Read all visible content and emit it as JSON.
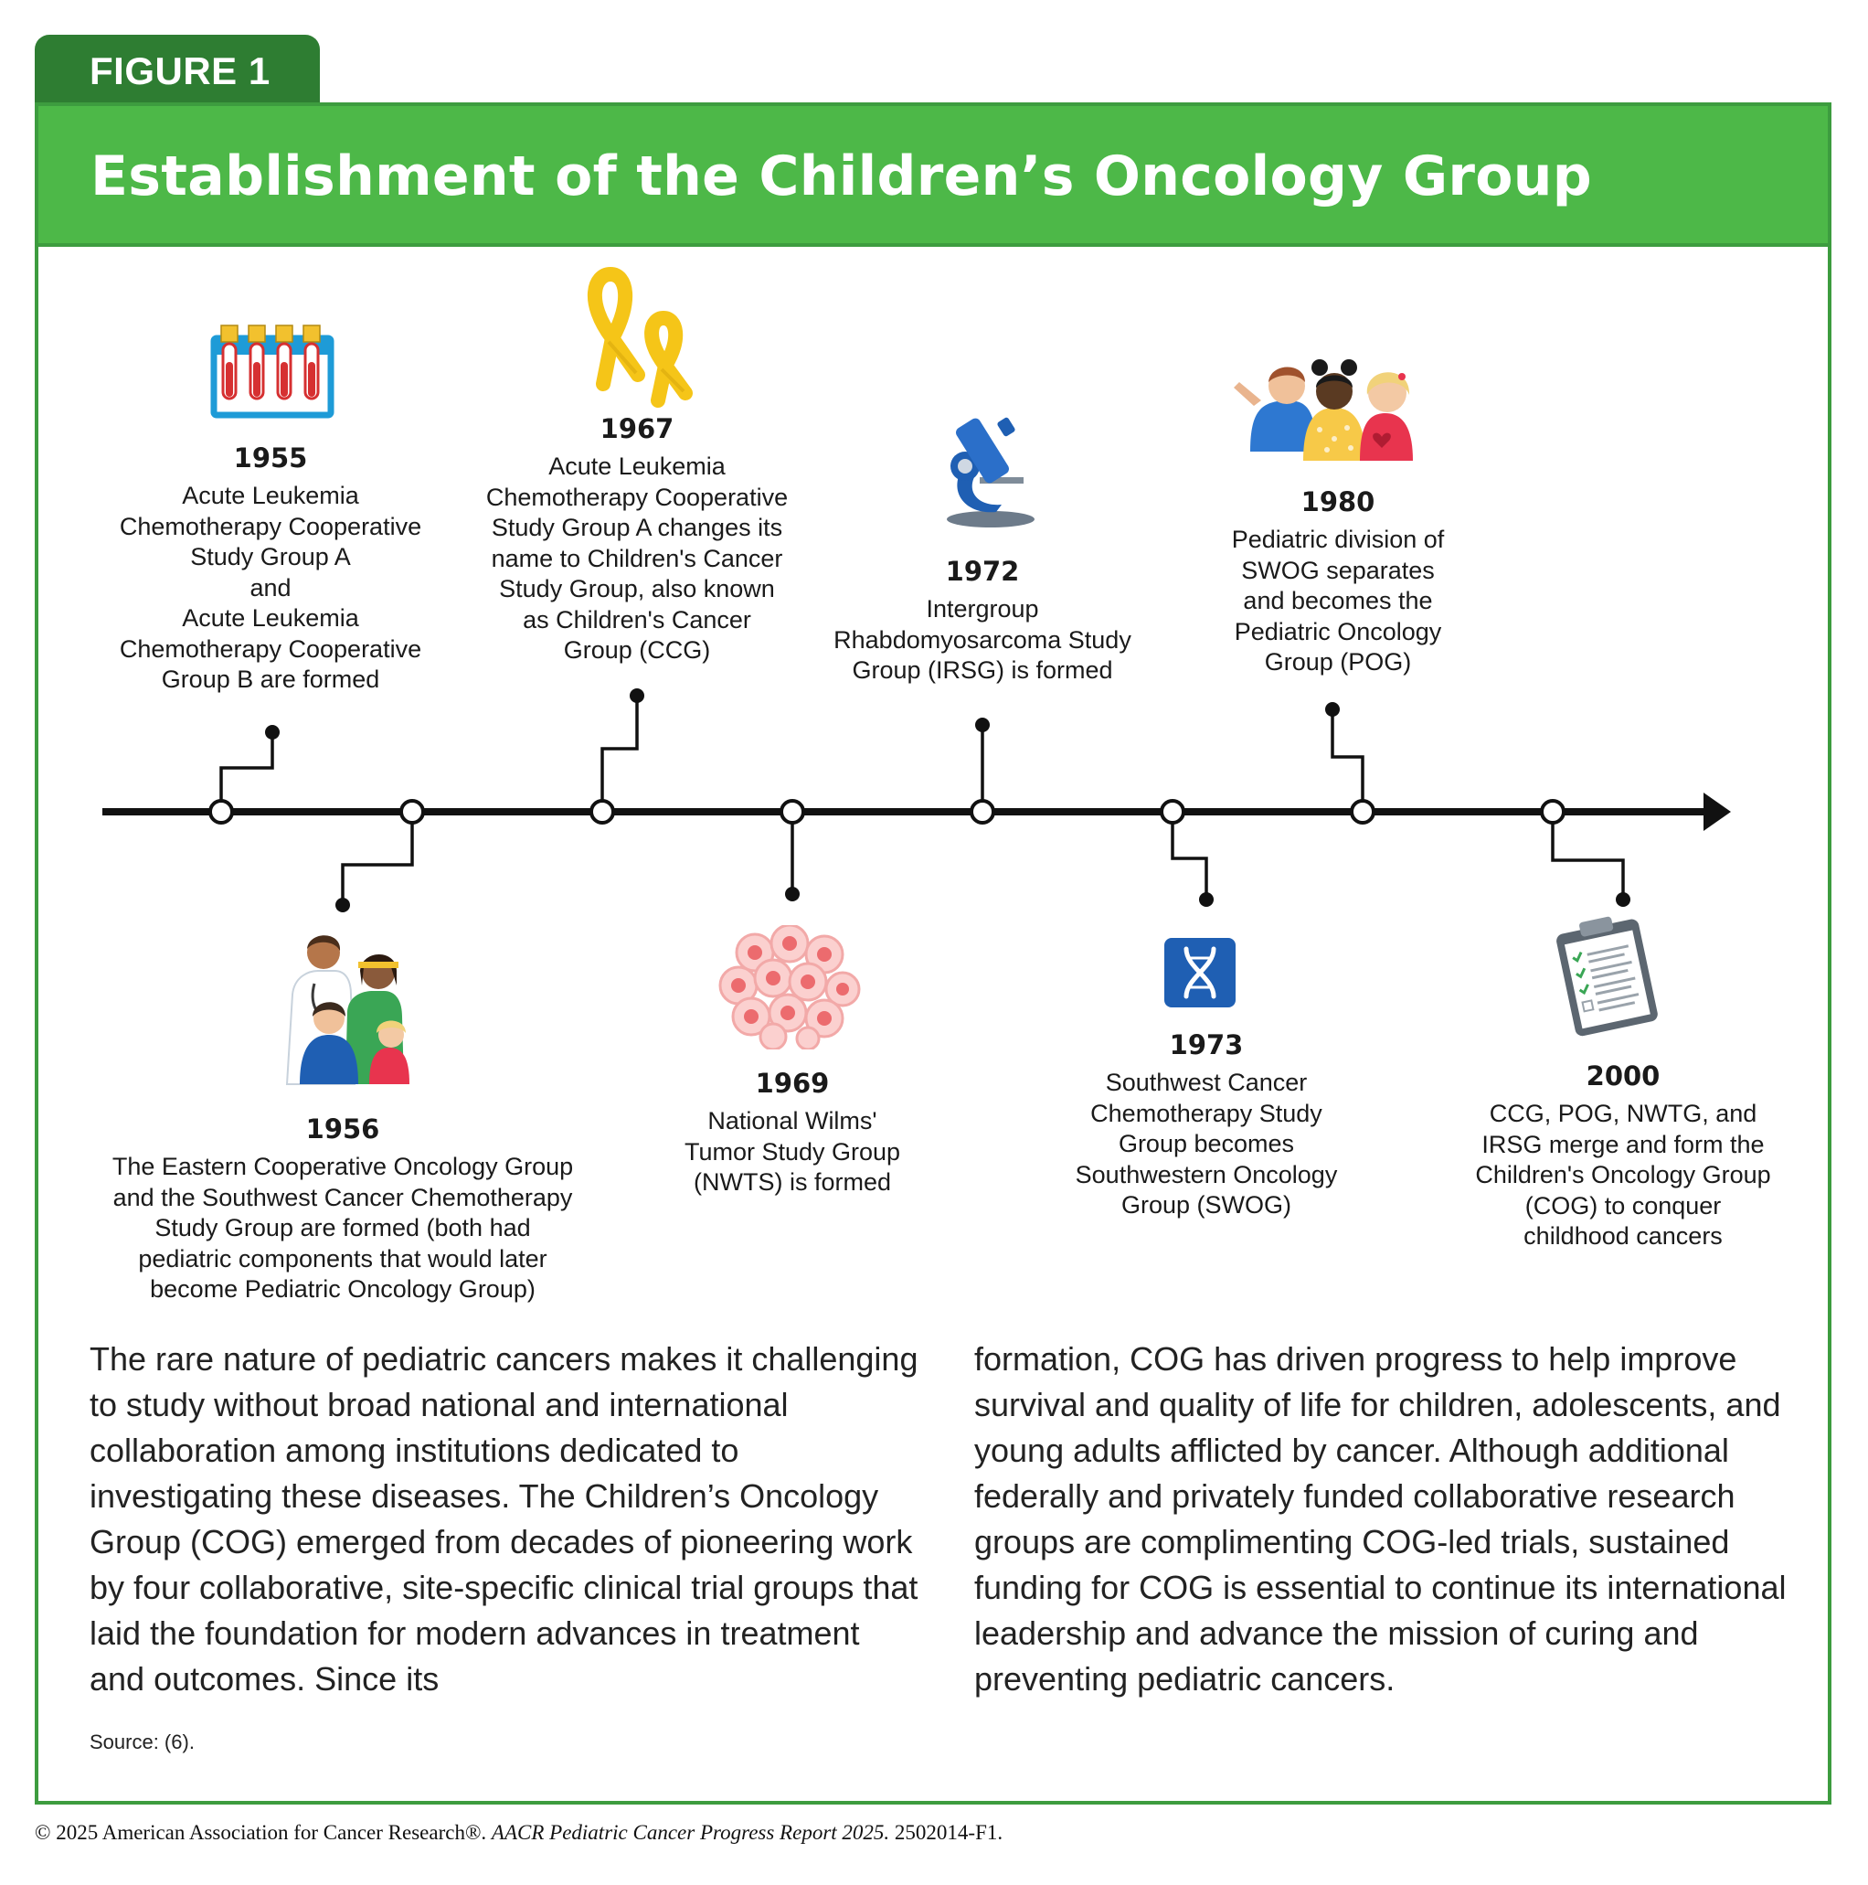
{
  "figure_label": "FIGURE 1",
  "title": "Establishment of the Children’s Oncology Group",
  "events": [
    {
      "year": "1955",
      "description": "Acute Leukemia\nChemotherapy Cooperative\nStudy Group A\nand\nAcute Leukemia\nChemotherapy Cooperative\nGroup B are formed",
      "icon": "test-tubes-icon"
    },
    {
      "year": "1956",
      "description": "The Eastern Cooperative Oncology Group\nand the Southwest Cancer Chemotherapy\nStudy Group are formed (both had\npediatric components that would later\nbecome Pediatric Oncology Group)",
      "icon": "doctor-and-patients-icon"
    },
    {
      "year": "1967",
      "description": "Acute Leukemia\nChemotherapy Cooperative\nStudy Group A changes its\nname to Children's Cancer\nStudy Group, also known\nas Children's Cancer\nGroup (CCG)",
      "icon": "gold-ribbons-icon"
    },
    {
      "year": "1969",
      "description": "National Wilms'\nTumor Study Group\n(NWTS) is formed",
      "icon": "cell-cluster-icon"
    },
    {
      "year": "1972",
      "description": "Intergroup\nRhabdomyosarcoma Study\nGroup (IRSG) is formed",
      "icon": "microscope-icon"
    },
    {
      "year": "1973",
      "description": "Southwest Cancer\nChemotherapy Study\nGroup becomes\nSouthwestern Oncology\nGroup (SWOG)",
      "icon": "dna-icon"
    },
    {
      "year": "1980",
      "description": "Pediatric division of\nSWOG separates\nand becomes the\nPediatric Oncology\nGroup (POG)",
      "icon": "children-icon"
    },
    {
      "year": "2000",
      "description": "CCG, POG, NWTG, and\nIRSG merge and form the\nChildren's Oncology Group\n(COG) to conquer\nchildhood cancers",
      "icon": "clipboard-checklist-icon"
    }
  ],
  "body_text_left": "The rare nature of pediatric cancers makes it challenging to study without broad national and international collaboration among institutions dedicated to investigating these diseases. The Children’s Oncology Group (COG) emerged from decades of pioneering work by four collaborative, site-specific clinical trial groups that laid the foundation for modern advances in treatment and outcomes. Since its",
  "body_text_right": "formation, COG has driven progress to help improve survival and quality of life for children, adolescents, and young adults afflicted by cancer. Although additional federally and privately funded collaborative research groups are complimenting COG-led trials, sustained funding for COG is essential to continue its international leadership and advance the mission of curing and preventing pediatric cancers.",
  "source": "Source: (6).",
  "footer_plain": "© 2025 American Association for Cancer Research®. ",
  "footer_italic": "AACR Pediatric Cancer Progress Report 2025.",
  "footer_code": " 2502014-F1.",
  "colors": {
    "dark_green": "#2e7d32",
    "green": "#4db848",
    "border_green": "#3d9c3f",
    "line": "#111111"
  }
}
